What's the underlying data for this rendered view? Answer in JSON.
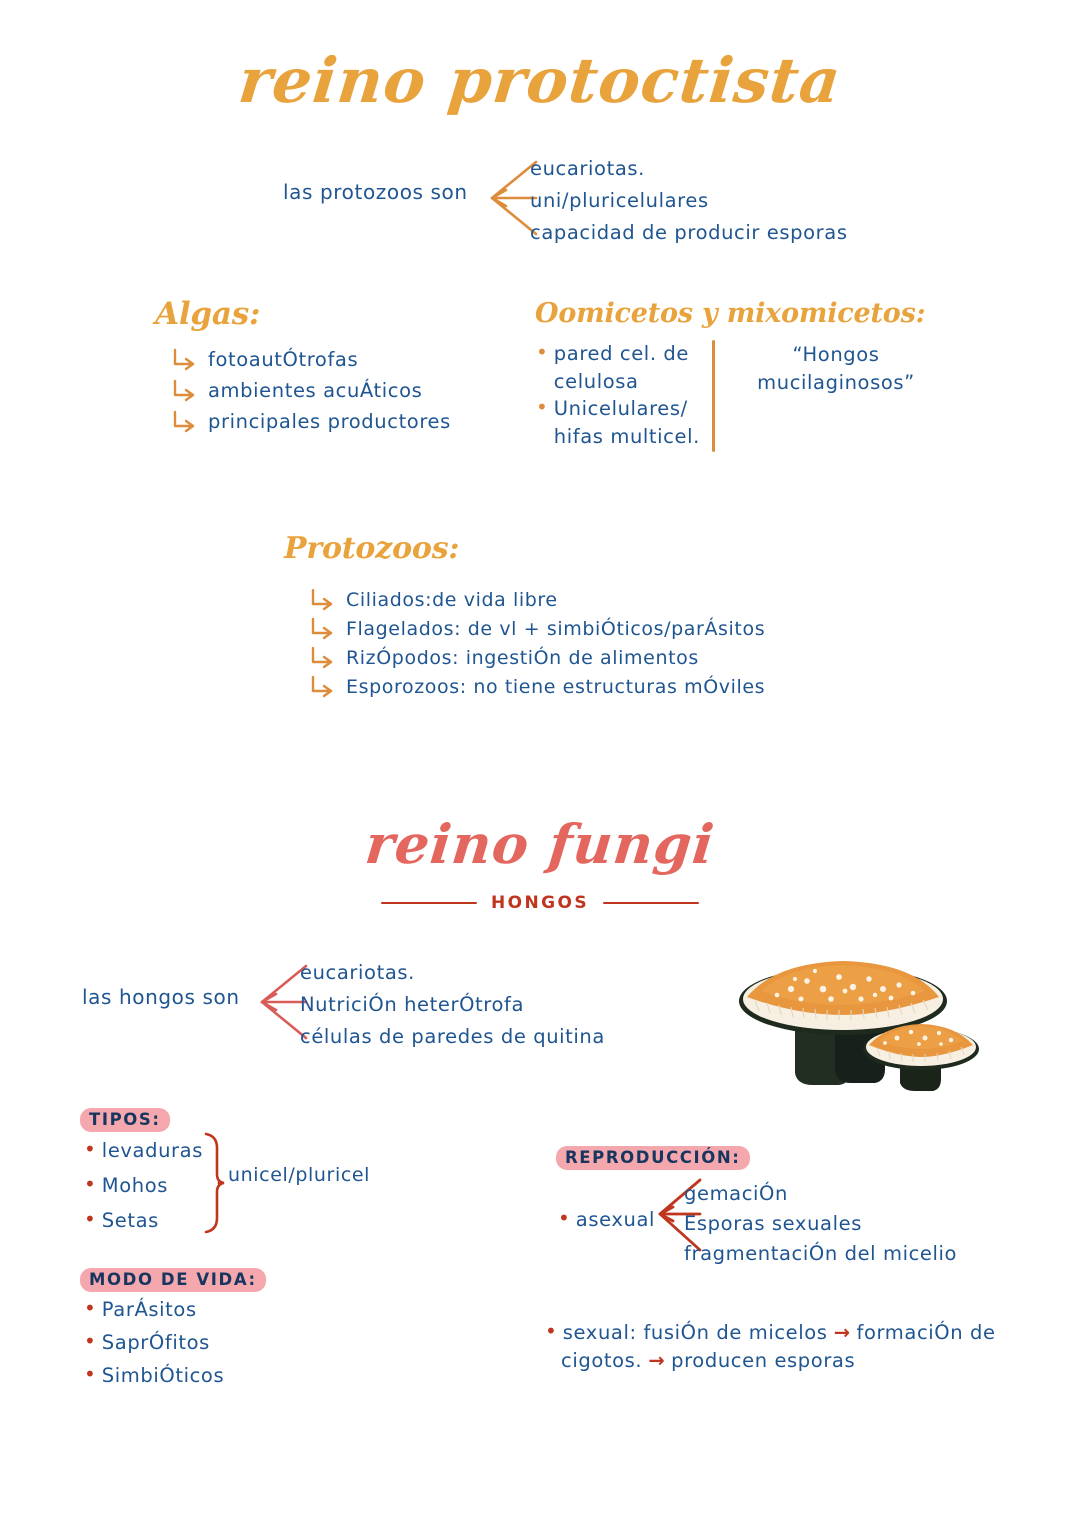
{
  "document": {
    "section_protoctista": {
      "title": "reino protoctista",
      "statement": {
        "label": "las protozoos son",
        "items": [
          "eucariotas.",
          "uni/pluricelulares",
          "capacidad de producir esporas"
        ]
      },
      "algas": {
        "heading": "Algas:",
        "items": [
          "fotoautÓtrofas",
          "ambientes acuÁticos",
          "principales productores"
        ]
      },
      "oomicetos": {
        "heading": "Oomicetos y mixomicetos:",
        "left_items": [
          "pared cel. de celulosa",
          "Unicelulares/ hifas multicel."
        ],
        "right_note": "“Hongos mucilaginosos”"
      },
      "protozoos": {
        "heading": "Protozoos:",
        "items": [
          "Ciliados:de vida libre",
          "Flagelados: de vl + simbiÓticos/parÁsitos",
          "RizÓpodos: ingestiÓn de alimentos",
          "Esporozoos: no tiene estructuras mÓviles"
        ]
      }
    },
    "section_fungi": {
      "title": "reino fungi",
      "subtitle": "HONGOS",
      "statement": {
        "label": "las hongos son",
        "items": [
          "eucariotas.",
          "NutriciÓn heterÓtrofa",
          "células de paredes de quitina"
        ]
      },
      "tipos": {
        "label": "TIPOS:",
        "items": [
          "levaduras",
          "Mohos",
          "Setas"
        ],
        "note": "unicel/pluricel"
      },
      "modo_de_vida": {
        "label": "MODO DE VIDA:",
        "items": [
          "ParÁsitos",
          "SaprÓfitos",
          "SimbiÓticos"
        ]
      },
      "reproduccion": {
        "label": "REPRODUCCIÓN:",
        "asexual_label": "asexual",
        "asexual_items": [
          "gemaciÓn",
          "Esporas sexuales",
          "fragmentaciÓn del micelio"
        ],
        "sexual_line_1_a": "sexual: fusiÓn de micelos",
        "sexual_arrow_1": "→",
        "sexual_line_1_b": "formaciÓn de",
        "sexual_line_2_a": "cigotos.",
        "sexual_arrow_2": "→",
        "sexual_line_2_b": "producen esporas"
      },
      "illustration": "mushroom-illustration"
    }
  },
  "colors": {
    "blue": "#1F5591",
    "orange": "#E8A33D",
    "orange_dark": "#DD8C3B",
    "coral": "#E4675F",
    "red": "#C0351E",
    "pink_highlight": "#F4A8AE"
  }
}
